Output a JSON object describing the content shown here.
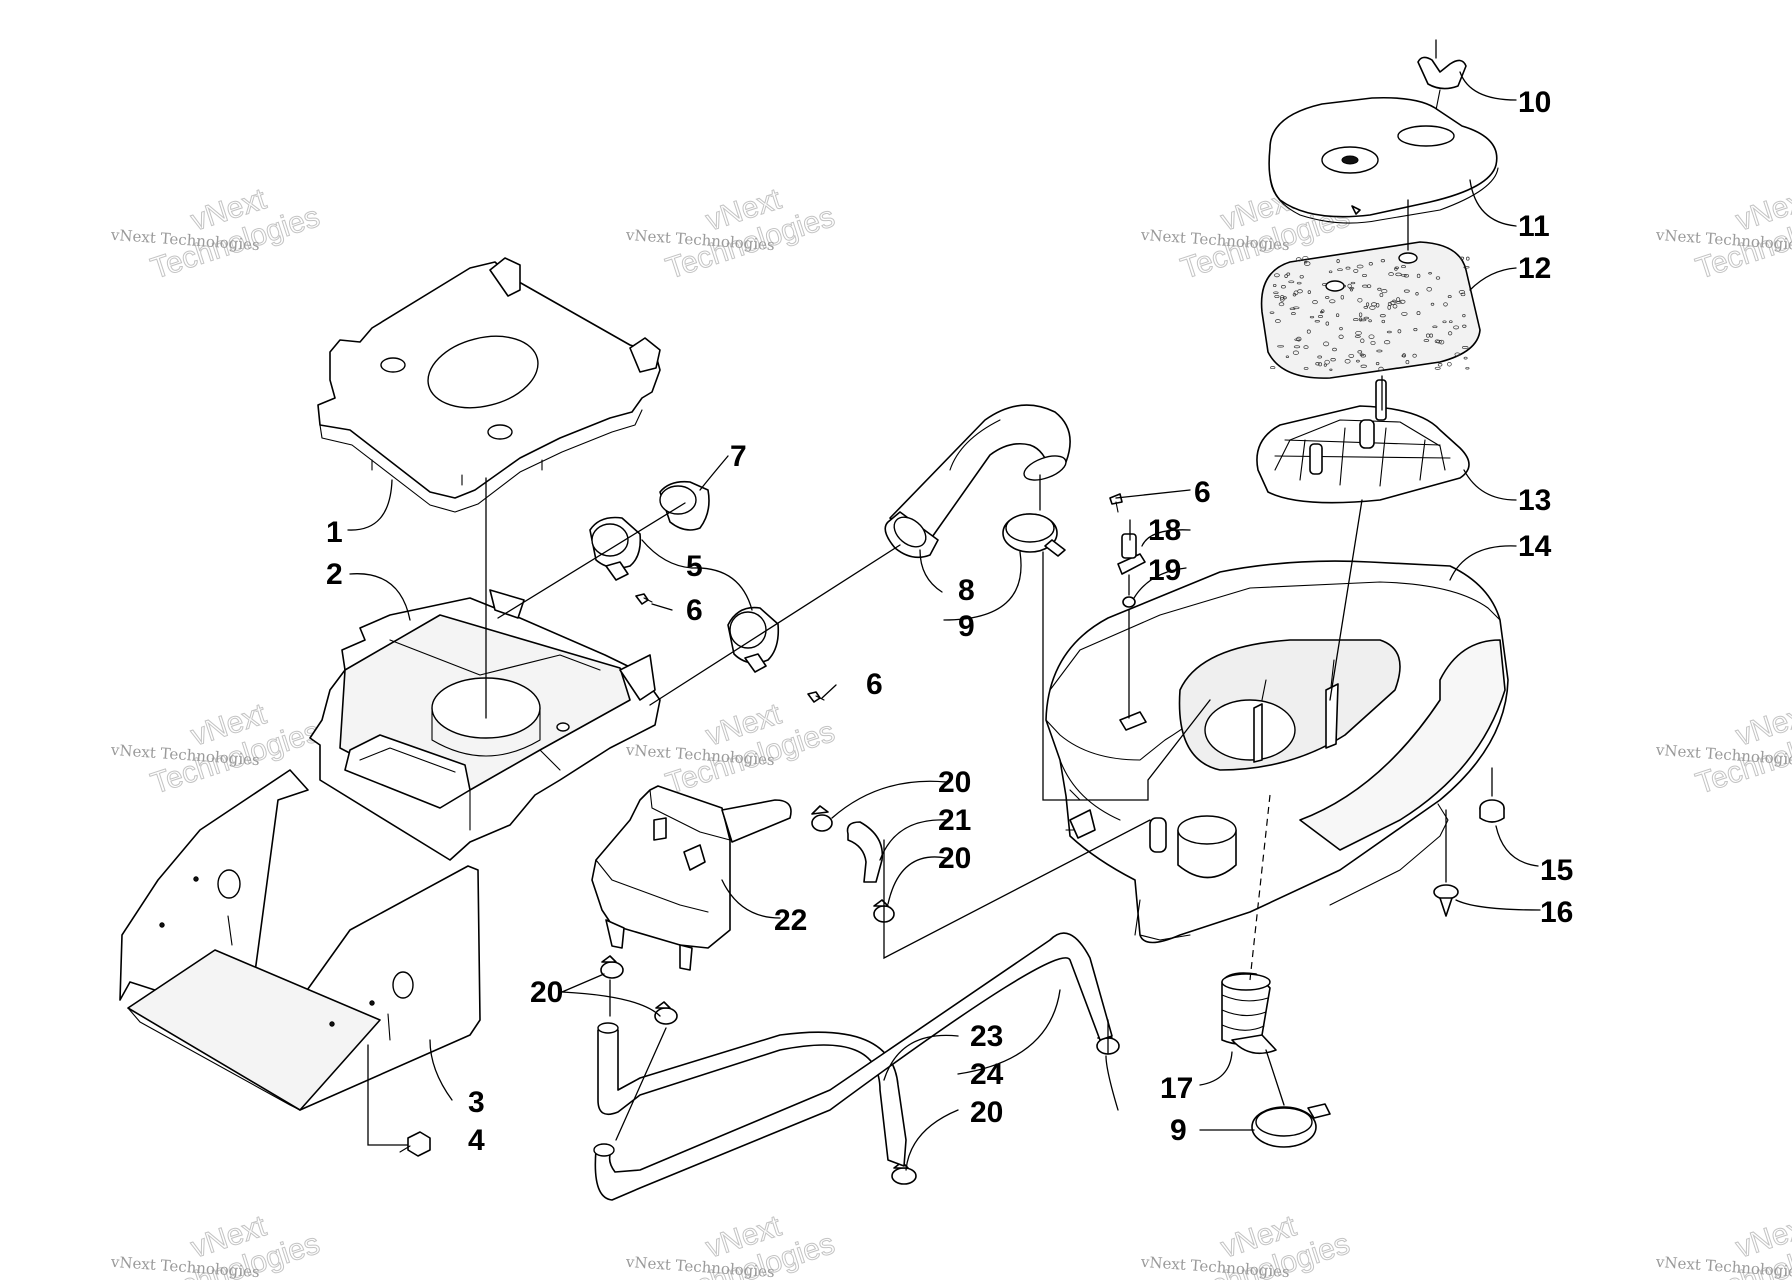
{
  "diagram": {
    "callouts": [
      {
        "id": "c1",
        "text": "1"
      },
      {
        "id": "c2",
        "text": "2"
      },
      {
        "id": "c3",
        "text": "3"
      },
      {
        "id": "c4",
        "text": "4"
      },
      {
        "id": "c5",
        "text": "5"
      },
      {
        "id": "c6a",
        "text": "6"
      },
      {
        "id": "c6b",
        "text": "6"
      },
      {
        "id": "c6c",
        "text": "6"
      },
      {
        "id": "c7",
        "text": "7"
      },
      {
        "id": "c8",
        "text": "8"
      },
      {
        "id": "c9a",
        "text": "9"
      },
      {
        "id": "c9b",
        "text": "9"
      },
      {
        "id": "c10",
        "text": "10"
      },
      {
        "id": "c11",
        "text": "11"
      },
      {
        "id": "c12",
        "text": "12"
      },
      {
        "id": "c13",
        "text": "13"
      },
      {
        "id": "c14",
        "text": "14"
      },
      {
        "id": "c15",
        "text": "15"
      },
      {
        "id": "c16",
        "text": "16"
      },
      {
        "id": "c17",
        "text": "17"
      },
      {
        "id": "c18",
        "text": "18"
      },
      {
        "id": "c19",
        "text": "19"
      },
      {
        "id": "c20a",
        "text": "20"
      },
      {
        "id": "c20b",
        "text": "20"
      },
      {
        "id": "c20c",
        "text": "20"
      },
      {
        "id": "c20d",
        "text": "20"
      },
      {
        "id": "c21",
        "text": "21"
      },
      {
        "id": "c22",
        "text": "22"
      },
      {
        "id": "c23",
        "text": "23"
      },
      {
        "id": "c24",
        "text": "24"
      }
    ]
  },
  "watermark": {
    "brand_line": "vNext Technologies",
    "logo_word_1": "vNext",
    "logo_word_2": "Technologies"
  }
}
